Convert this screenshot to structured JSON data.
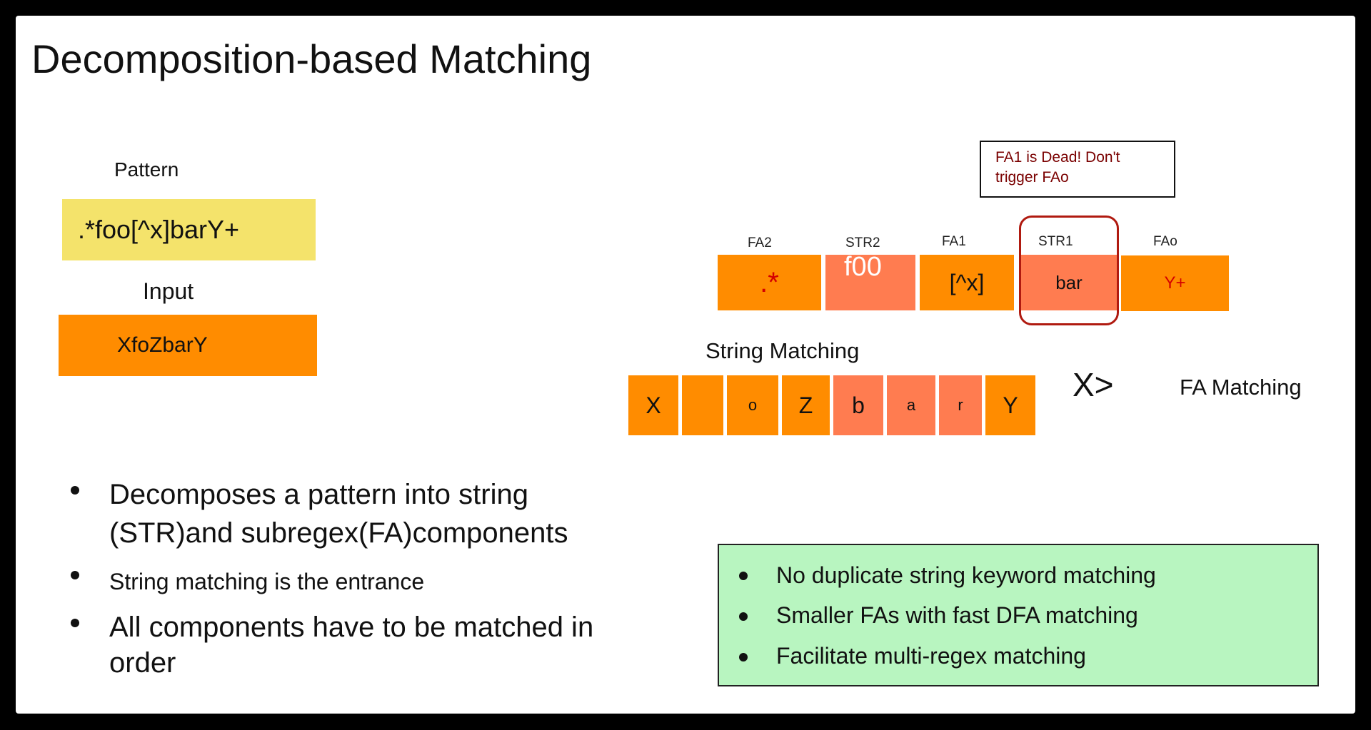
{
  "title": "Decomposition-based Matching",
  "pattern": {
    "label": "Pattern",
    "value": ".*foo[^x]barY+"
  },
  "input": {
    "label": "Input",
    "value": "XfoZbarY"
  },
  "dead_note": {
    "line1": "FA1 is Dead!  Don't",
    "line2": "trigger FAo"
  },
  "components": [
    {
      "label": "FA2",
      "content": ".*",
      "type": "fa"
    },
    {
      "label": "STR2",
      "content": "f00",
      "type": "str"
    },
    {
      "label": "FA1",
      "content": "[^x]",
      "type": "fa"
    },
    {
      "label": "STR1",
      "content": "bar",
      "type": "str"
    },
    {
      "label": "FAo",
      "content": "Y+",
      "type": "fa"
    }
  ],
  "string_matching_label": "String Matching",
  "input_chars": [
    "X",
    "",
    "o",
    "Z",
    "b",
    "a",
    "r",
    "Y"
  ],
  "arrow_text": "X>",
  "fa_matching_label": "FA Matching",
  "bullets": [
    "Decomposes a pattern into string",
    "(STR)and subregex(FA)components",
    "String matching is the entrance",
    "All components have to be matched in",
    "order"
  ],
  "benefits": [
    "No duplicate string keyword matching",
    "Smaller FAs with fast DFA matching",
    "Facilitate multi-regex matching"
  ],
  "colors": {
    "fa_orange": "#ff8c00",
    "str_coral": "#ff7c50",
    "pattern_yellow": "#f4e36b",
    "benefit_green": "#b8f5c0",
    "highlight_red": "#b01a10",
    "note_text": "#7a0000"
  }
}
